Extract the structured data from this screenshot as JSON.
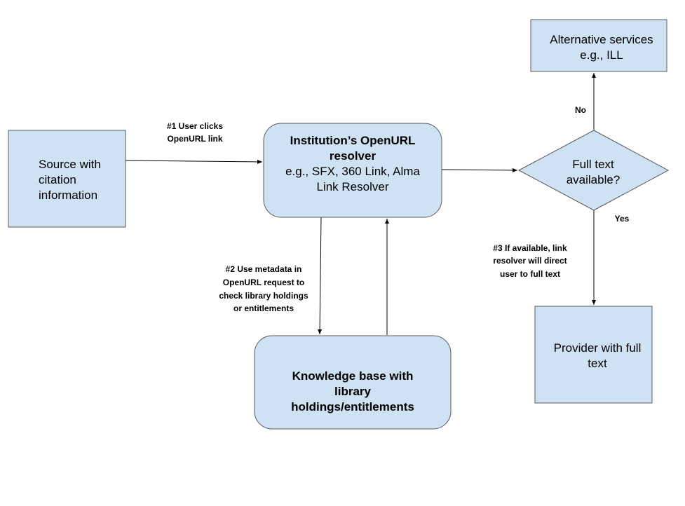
{
  "nodes": {
    "source": {
      "lines": [
        "Source with",
        "citation",
        "information"
      ]
    },
    "resolver": {
      "title_lines": [
        "Institution’s OpenURL",
        "resolver"
      ],
      "detail_lines": [
        "e.g., SFX, 360 Link, Alma",
        "Link Resolver"
      ]
    },
    "knowledge_base": {
      "lines": [
        "Knowledge base with",
        "library",
        "holdings/entitlements"
      ]
    },
    "decision": {
      "lines": [
        "Full text",
        "available?"
      ]
    },
    "alternative": {
      "lines": [
        "Alternative services",
        "e.g., ILL"
      ]
    },
    "provider": {
      "lines": [
        "Provider with full",
        "text"
      ]
    }
  },
  "edges": {
    "step1": {
      "lines": [
        "#1 User clicks",
        "OpenURL link"
      ]
    },
    "step2": {
      "lines": [
        "#2 Use metadata in",
        "OpenURL request to",
        "check library holdings",
        "or entitlements"
      ]
    },
    "step3": {
      "lines": [
        "#3 If available, link",
        "resolver will direct",
        "user to full text"
      ]
    },
    "no": "No",
    "yes": "Yes"
  },
  "colors": {
    "fill": "#cfe2f3",
    "stroke": "#595959"
  }
}
